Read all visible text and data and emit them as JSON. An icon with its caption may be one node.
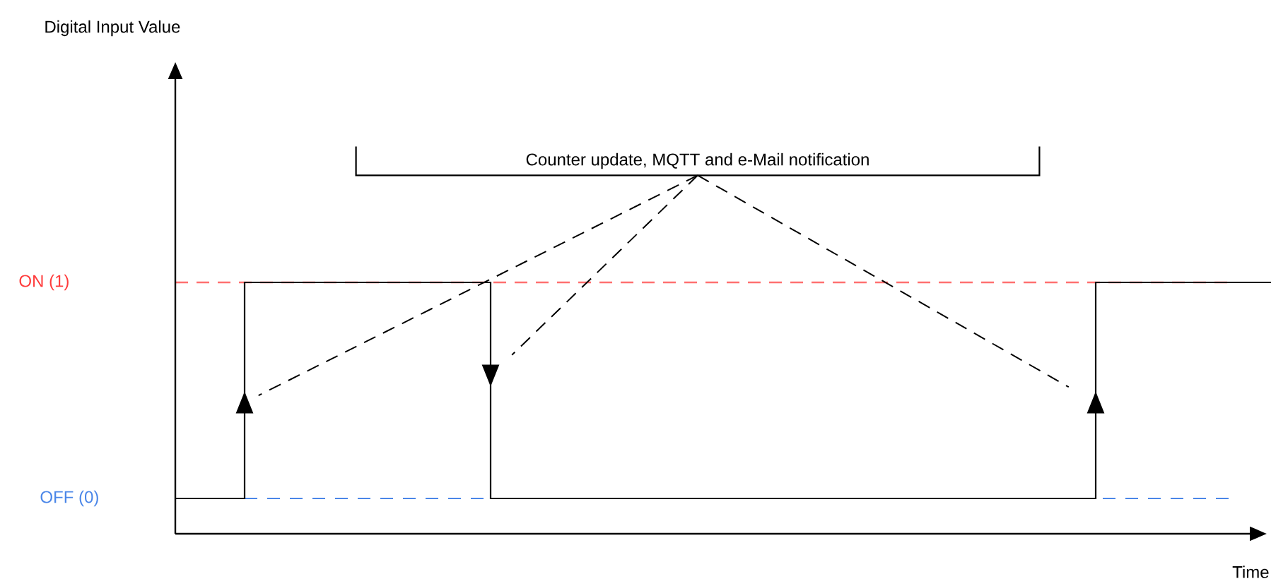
{
  "diagram": {
    "nodes": [
      {
        "text": [
          "Counter update, MQTT and e-Mail notification"
        ]
      },
      {
        "text": [],
        "shape": "triangle"
      },
      {
        "text": [],
        "shape": "triangle"
      },
      {
        "text": [],
        "shape": "triangle"
      }
    ],
    "edges": [
      {
        "from": 0,
        "to": 1,
        "arrow": "none",
        "style": "dashed"
      },
      {
        "from": 0,
        "to": 2,
        "arrow": "none",
        "style": "dashed"
      },
      {
        "from": 0,
        "to": 3,
        "arrow": "none",
        "style": "dashed"
      }
    ],
    "labels": [
      "Digital Input Value",
      "ON (1)",
      "OFF (0)",
      "Time"
    ]
  }
}
